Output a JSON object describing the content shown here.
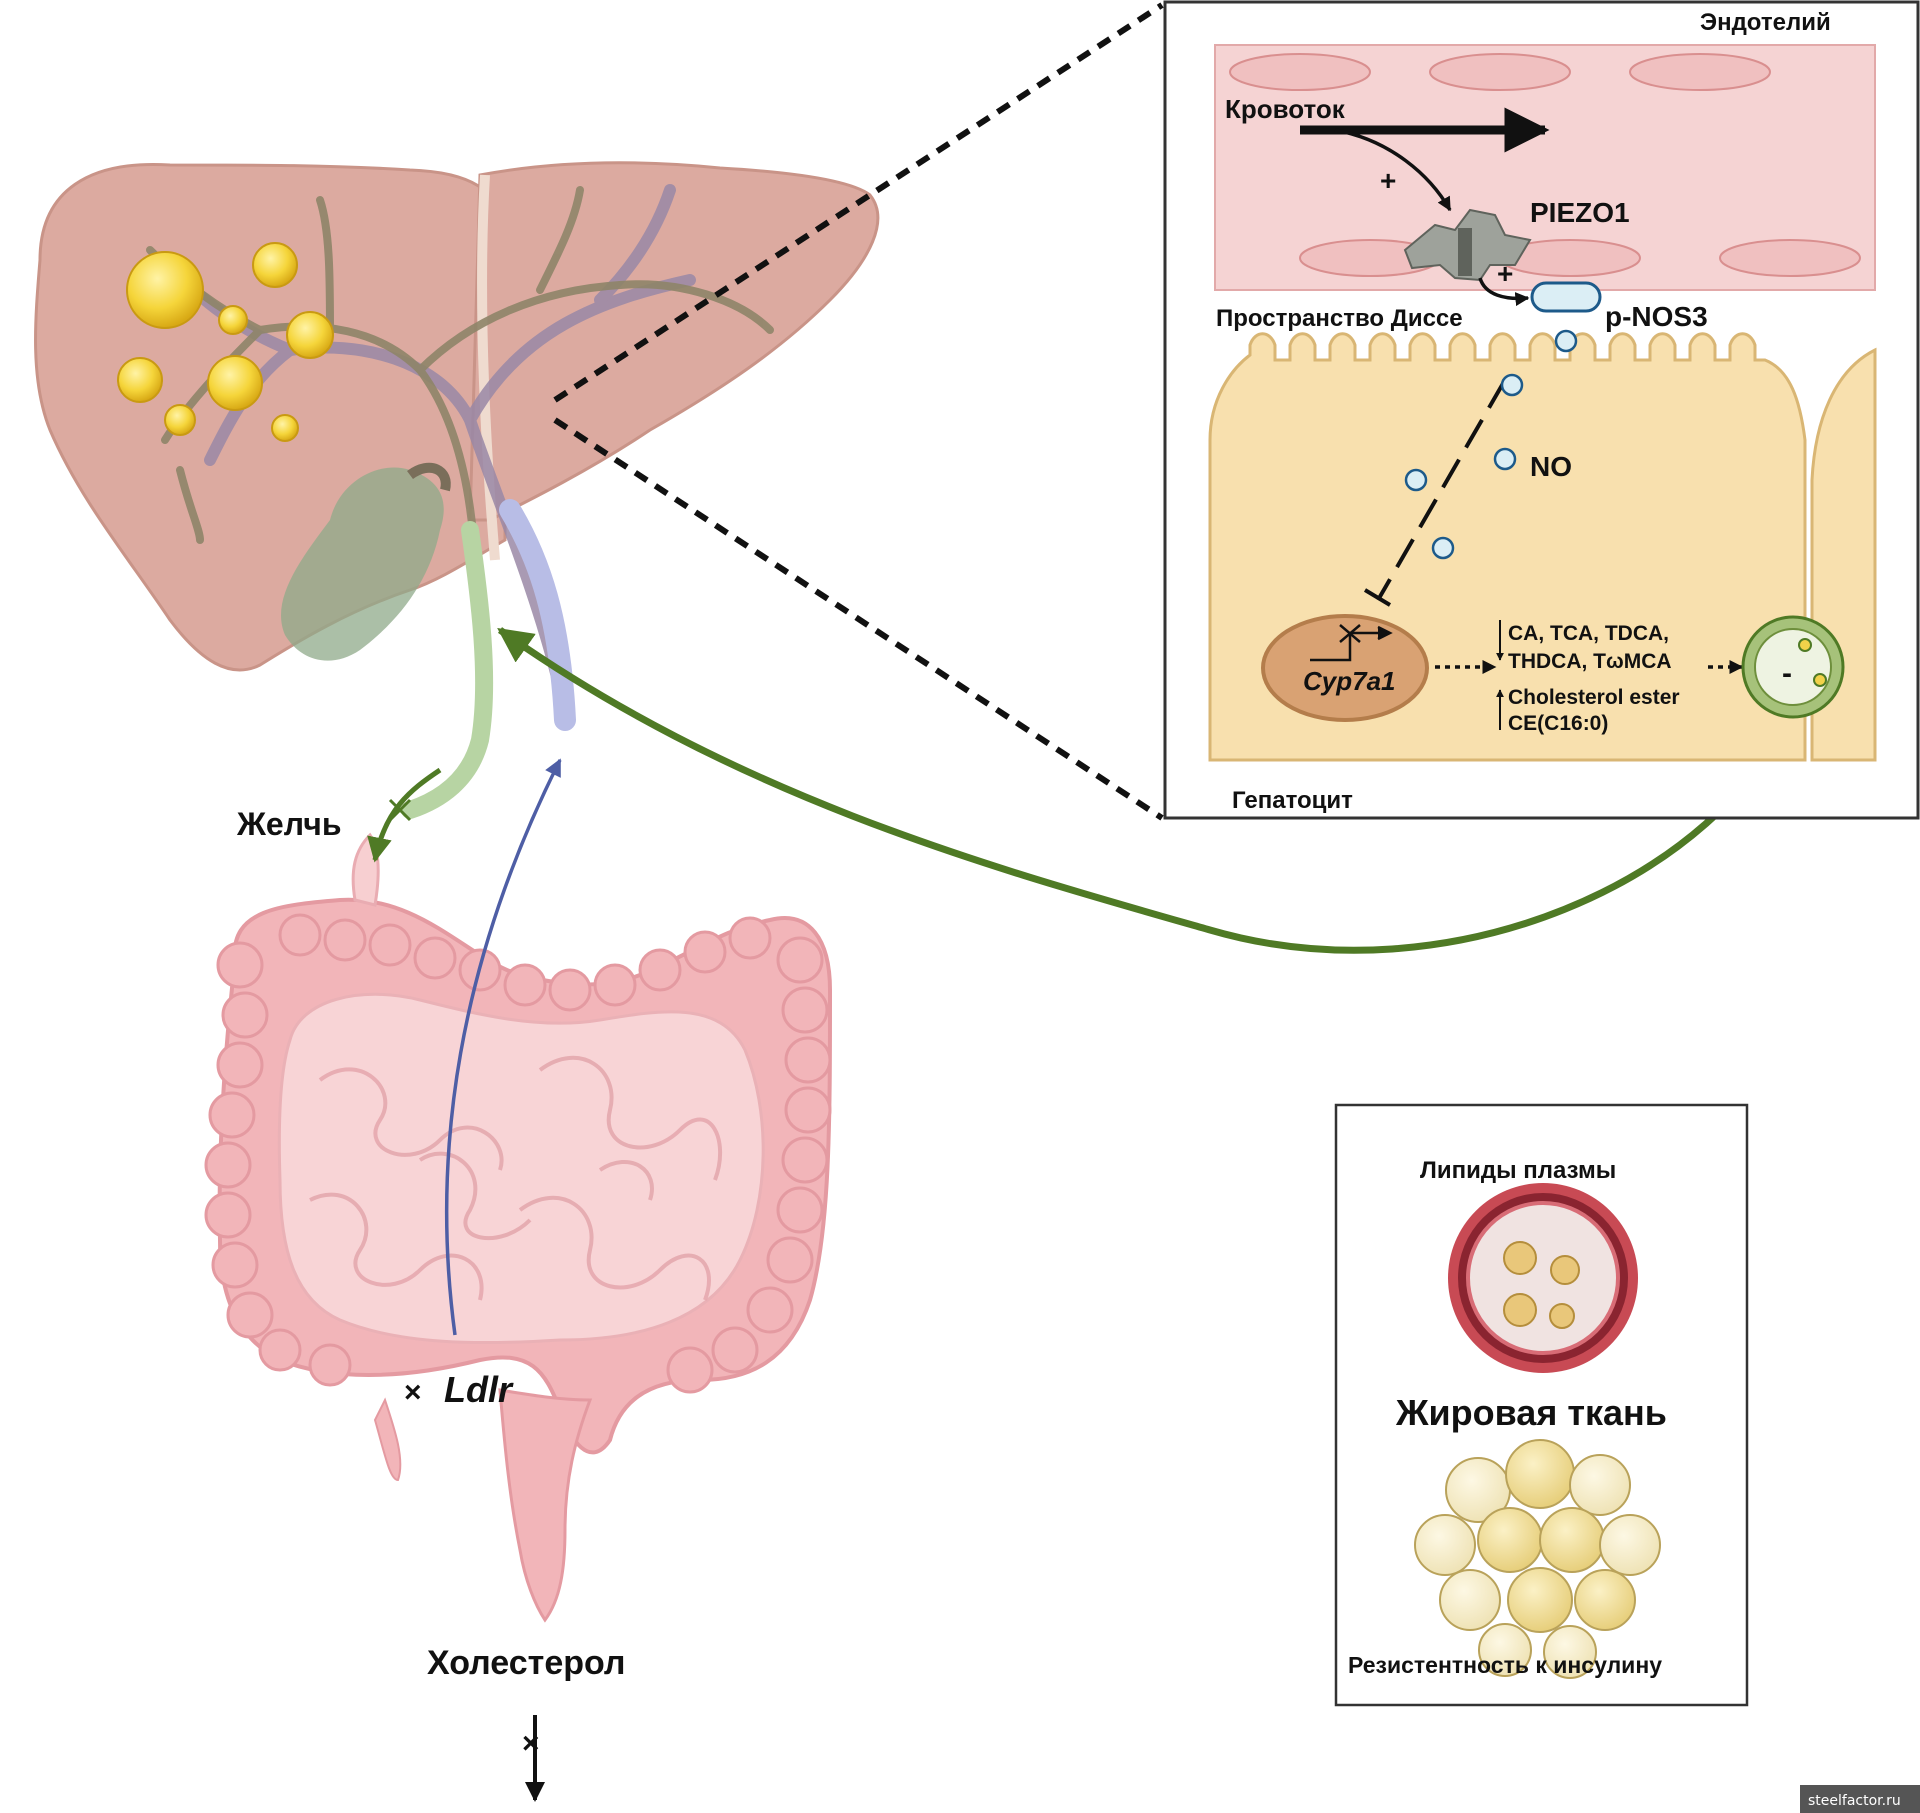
{
  "inset": {
    "endothelium": "Эндотелий",
    "blood_flow": "Кровоток",
    "plus_1": "+",
    "piezo1": "PIEZO1",
    "plus_2": "+",
    "disse_space": "Пространство Диссе",
    "p_nos3": "p-NOS3",
    "no": "NO",
    "gene": "Cyp7a1",
    "bile_acids_line1": "CA, TCA, TDCA,",
    "bile_acids_line2": "THDCA, TωMCA",
    "cholesterol_ester": "Cholesterol ester",
    "ce": "CE(C16:0)",
    "minus": "-",
    "hepatocyte": "Гепатоцит"
  },
  "main": {
    "bile": "Желчь",
    "ldlr": "Ldlr",
    "ldlr_cross": "×",
    "cholesterol": "Холестерол",
    "cross": "×"
  },
  "legend": {
    "plasma_lipids": "Липиды плазмы",
    "adipose_tissue": "Жировая ткань",
    "insulin_resistance": "Резистентность к инсулину"
  },
  "watermark": "steelfactor.ru",
  "colors": {
    "liver": "#d9a79c",
    "gut": "#f1b7bb",
    "bile_green": "#4f7a25",
    "blue_arrow": "#4e5ea5",
    "endothelium": "#f5d2d2",
    "hepatocyte": "#f7dfae",
    "nucleus": "#d9a273",
    "fat_yellow": "#f2d24a"
  }
}
